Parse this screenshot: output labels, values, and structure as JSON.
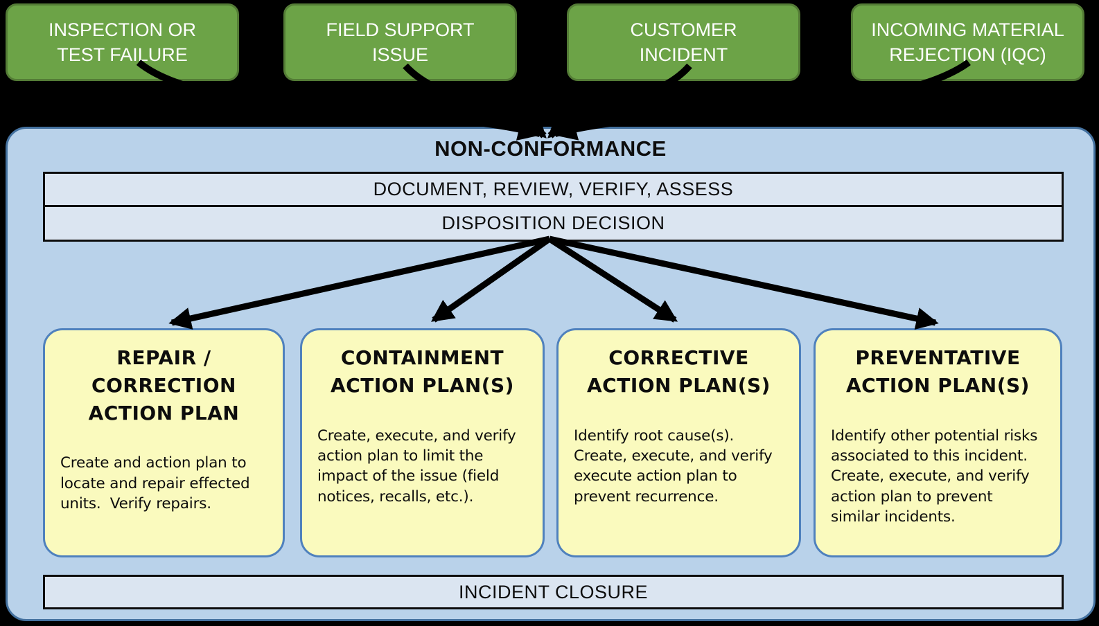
{
  "sources": [
    {
      "label": "INSPECTION OR TEST FAILURE"
    },
    {
      "label": "FIELD SUPPORT ISSUE"
    },
    {
      "label": "CUSTOMER INCIDENT"
    },
    {
      "label": "INCOMING MATERIAL REJECTION (IQC)"
    }
  ],
  "panel": {
    "title": "NON-CONFORMANCE",
    "steps": [
      "DOCUMENT, REVIEW, VERIFY, ASSESS",
      "DISPOSITION DECISION"
    ],
    "closure": "INCIDENT CLOSURE"
  },
  "plans": [
    {
      "title_lines": [
        "REPAIR /",
        "CORRECTION",
        "ACTION PLAN"
      ],
      "body": "Create and action plan to locate and repair effected units.  Verify repairs."
    },
    {
      "title_lines": [
        "CONTAINMENT",
        "ACTION PLAN(S)"
      ],
      "body": "Create, execute, and verify action plan to limit the impact of the issue (field notices, recalls, etc.)."
    },
    {
      "title_lines": [
        "CORRECTIVE",
        "ACTION PLAN(S)"
      ],
      "body": "Identify root cause(s). Create, execute, and verify execute action plan to prevent recurrence."
    },
    {
      "title_lines": [
        "PREVENTATIVE",
        "ACTION PLAN(S)"
      ],
      "body": "Identify other potential risks associated to this incident.  Create, execute, and verify action plan to prevent similar incidents."
    }
  ],
  "colors": {
    "background": "#000000",
    "source_fill": "#6ca347",
    "source_border": "#547c36",
    "source_text": "#ffffff",
    "panel_fill": "#b9d2ea",
    "panel_border": "#44719f",
    "bar_fill": "#dbe5f1",
    "bar_border": "#0d0d0d",
    "plan_fill": "#fafabe",
    "plan_border": "#4f81bd",
    "arrow": "#000000",
    "text": "#0d0d0d"
  }
}
